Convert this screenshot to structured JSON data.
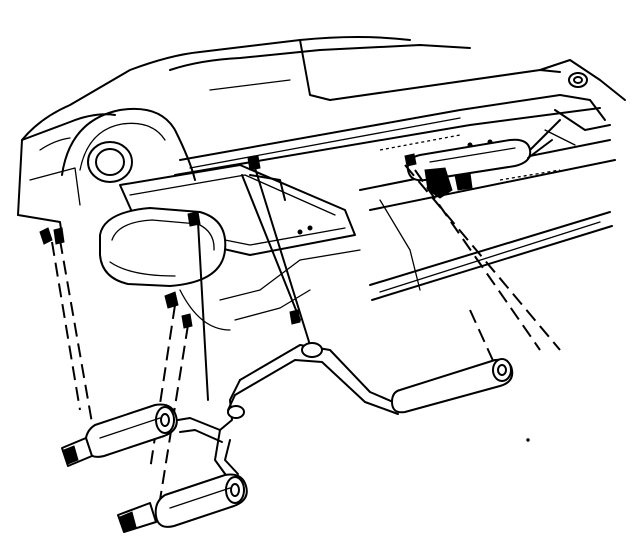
{
  "diagram": {
    "colors": {
      "line": "#000000",
      "background": "#ffffff"
    },
    "components": [
      {
        "id": "fuel-tank"
      },
      {
        "id": "tailpipe-left"
      },
      {
        "id": "tailpipe-right"
      },
      {
        "id": "muffler-left"
      },
      {
        "id": "muffler-right"
      },
      {
        "id": "rear-y-pipe"
      },
      {
        "id": "intermediate-pipe"
      },
      {
        "id": "front-muffler"
      },
      {
        "id": "catalytic-converter"
      },
      {
        "id": "hanger-brackets"
      },
      {
        "id": "body-floor-pan"
      }
    ]
  }
}
